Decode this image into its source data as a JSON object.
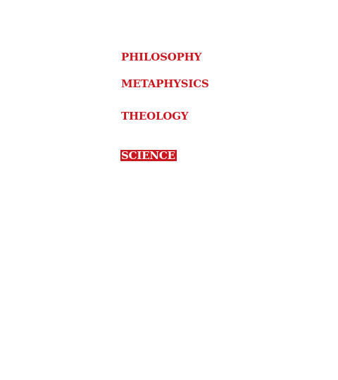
{
  "menu": {
    "items": [
      {
        "label": "PHILOSOPHY",
        "selected": false
      },
      {
        "label": "METAPHYSICS",
        "selected": false
      },
      {
        "label": "THEOLOGY",
        "selected": false
      },
      {
        "label": "SCIENCE",
        "selected": true
      }
    ],
    "colors": {
      "text": "#c9181f",
      "highlight_bg": "#c9181f",
      "highlight_text": "#ffffff",
      "background": "#ffffff"
    }
  }
}
